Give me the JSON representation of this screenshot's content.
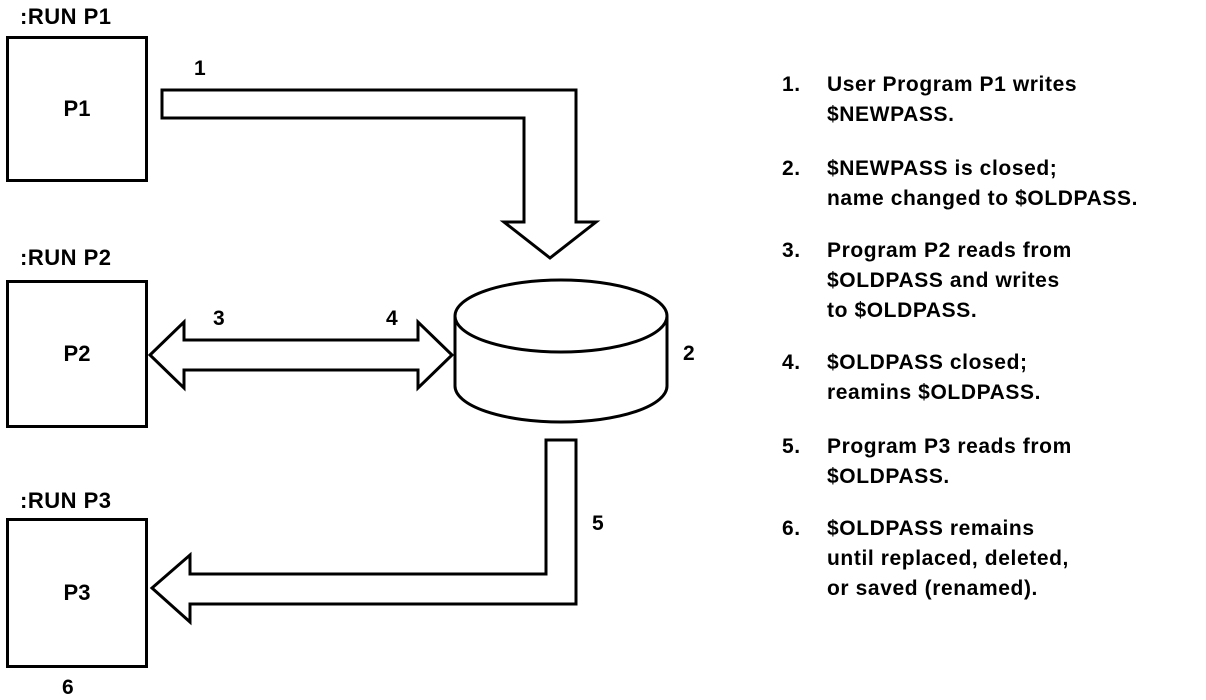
{
  "run_labels": {
    "p1": ":RUN P1",
    "p2": ":RUN P2",
    "p3": ":RUN P3"
  },
  "programs": {
    "p1": "P1",
    "p2": "P2",
    "p3": "P3"
  },
  "step_numbers": {
    "s1": "1",
    "s2": "2",
    "s3": "3",
    "s4": "4",
    "s5": "5",
    "s6": "6"
  },
  "notes": [
    {
      "num": "1.",
      "text": "User Program P1 writes\n$NEWPASS."
    },
    {
      "num": "2.",
      "text": "$NEWPASS is closed;\nname changed to $OLDPASS."
    },
    {
      "num": "3.",
      "text": "Program P2 reads from\n$OLDPASS and writes\nto $OLDPASS."
    },
    {
      "num": "4.",
      "text": "$OLDPASS closed;\nreamins $OLDPASS."
    },
    {
      "num": "5.",
      "text": "Program P3 reads from\n$OLDPASS."
    },
    {
      "num": "6.",
      "text": "$OLDPASS  remains\nuntil replaced, deleted,\nor saved (renamed)."
    }
  ]
}
